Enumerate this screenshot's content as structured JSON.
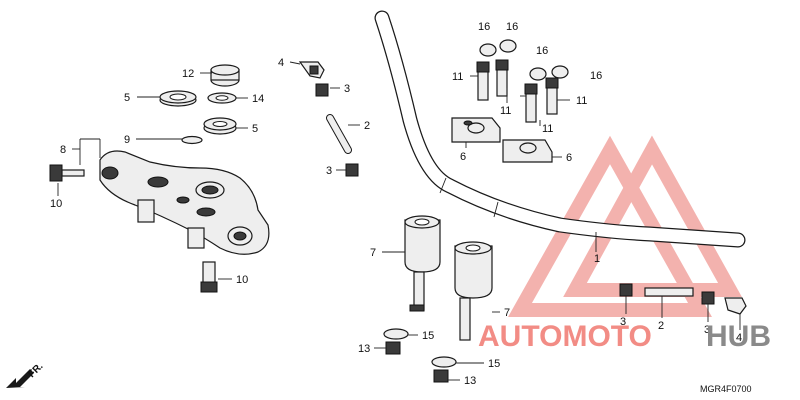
{
  "diagram": {
    "parts": [
      {
        "id": "p1",
        "label": "1"
      },
      {
        "id": "p2a",
        "label": "2"
      },
      {
        "id": "p2b",
        "label": "2"
      },
      {
        "id": "p3a",
        "label": "3"
      },
      {
        "id": "p3b",
        "label": "3"
      },
      {
        "id": "p3c",
        "label": "3"
      },
      {
        "id": "p3d",
        "label": "3"
      },
      {
        "id": "p4a",
        "label": "4"
      },
      {
        "id": "p4b",
        "label": "4"
      },
      {
        "id": "p5a",
        "label": "5"
      },
      {
        "id": "p5b",
        "label": "5"
      },
      {
        "id": "p6a",
        "label": "6"
      },
      {
        "id": "p6b",
        "label": "6"
      },
      {
        "id": "p7a",
        "label": "7"
      },
      {
        "id": "p7b",
        "label": "7"
      },
      {
        "id": "p8",
        "label": "8"
      },
      {
        "id": "p9",
        "label": "9"
      },
      {
        "id": "p10a",
        "label": "10"
      },
      {
        "id": "p10b",
        "label": "10"
      },
      {
        "id": "p11a",
        "label": "11"
      },
      {
        "id": "p11b",
        "label": "11"
      },
      {
        "id": "p11c",
        "label": "11"
      },
      {
        "id": "p11d",
        "label": "11"
      },
      {
        "id": "p12",
        "label": "12"
      },
      {
        "id": "p13a",
        "label": "13"
      },
      {
        "id": "p13b",
        "label": "13"
      },
      {
        "id": "p14",
        "label": "14"
      },
      {
        "id": "p15a",
        "label": "15"
      },
      {
        "id": "p15b",
        "label": "15"
      },
      {
        "id": "p16a",
        "label": "16"
      },
      {
        "id": "p16b",
        "label": "16"
      },
      {
        "id": "p16c",
        "label": "16"
      },
      {
        "id": "p16d",
        "label": "16"
      }
    ],
    "direction_label": "FR.",
    "diagram_code": "MGR4F0700"
  },
  "watermark": {
    "text_part1": "AUTOMOTO",
    "text_part2": "HUB",
    "red": "#e8473c",
    "gray": "#6e6e6e"
  }
}
